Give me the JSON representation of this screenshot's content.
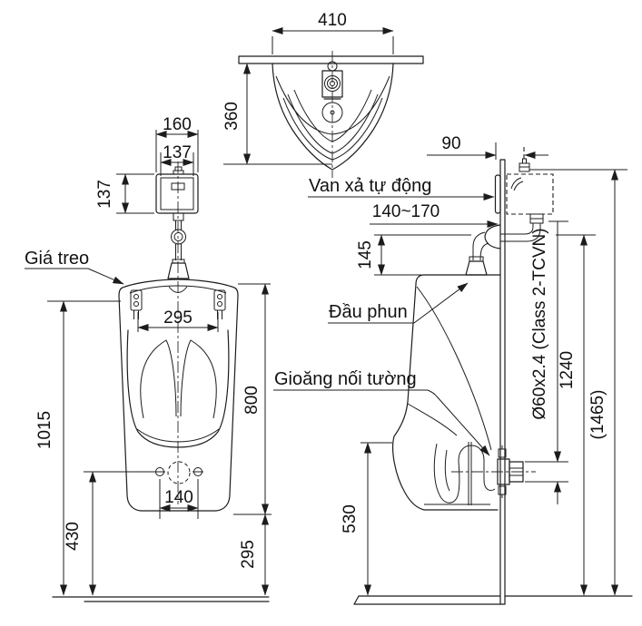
{
  "drawing": {
    "labels": {
      "hanger": "Giá treo",
      "flush_valve": "Van xả tự động",
      "spud": "Đầu phun",
      "wall_gasket": "Gioăng nối tường"
    },
    "dims": {
      "top_width": "410",
      "top_depth": "360",
      "valve_outer_width": "160",
      "valve_inner_width": "137",
      "valve_height": "137",
      "hanger_span": "295",
      "body_height": "800",
      "hanger_height": "1015",
      "bolt_pitch": "140",
      "bolt_height": "430",
      "body_bottom_height": "295",
      "valve_wall_offset": "90",
      "inlet_range": "140~170",
      "inlet_drop": "145",
      "inlet_height": "1240",
      "overall_height": "(1465)",
      "outlet_height": "530",
      "drain_pipe_spec": "Ø60x2.4 (Class 2-TCVN)"
    }
  }
}
